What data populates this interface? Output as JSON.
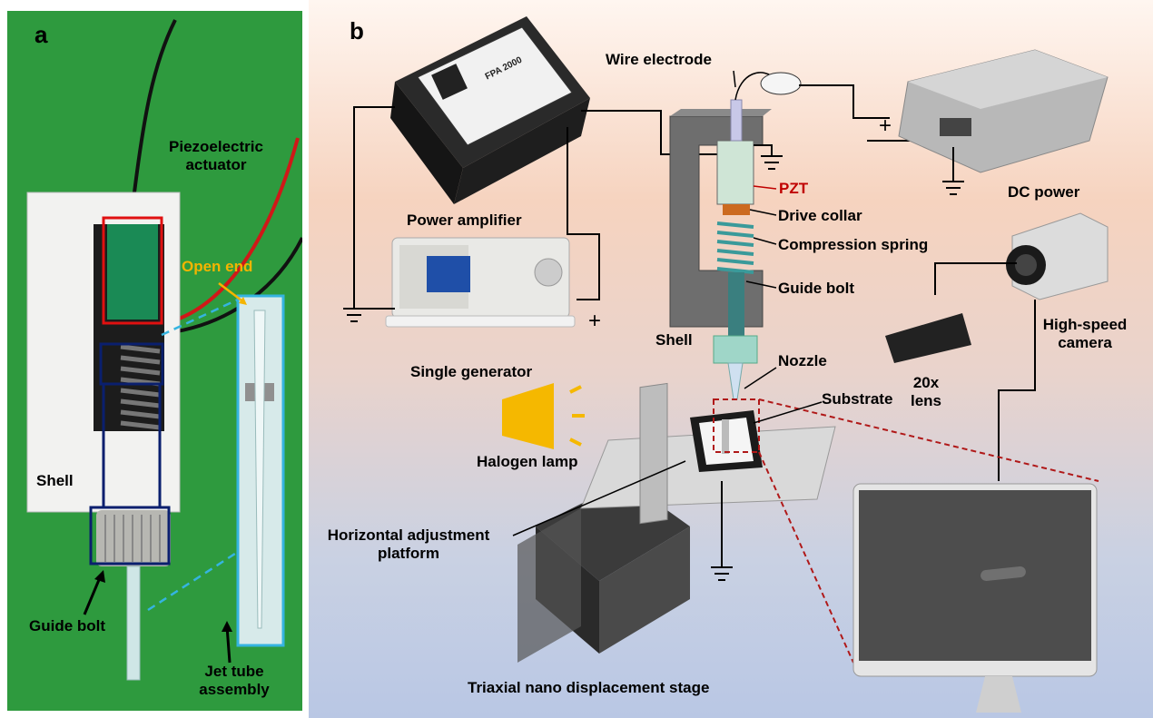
{
  "panel_a": {
    "letter": "a",
    "labels": {
      "piezo": "Piezoelectric actuator",
      "open_end": "Open end",
      "shell": "Shell",
      "guide_bolt": "Guide bolt",
      "jet_tube": "Jet tube assembly"
    }
  },
  "panel_b": {
    "letter": "b",
    "labels": {
      "wire_electrode": "Wire electrode",
      "power_amplifier": "Power amplifier",
      "amp_model": "FPA 2000",
      "pzt": "PZT",
      "drive_collar": "Drive collar",
      "compression_spring": "Compression spring",
      "guide_bolt": "Guide bolt",
      "dc_power": "DC power",
      "high_speed_camera": "High-speed camera",
      "lens": "20x lens",
      "shell": "Shell",
      "nozzle": "Nozzle",
      "substrate": "Substrate",
      "single_generator": "Single generator",
      "halogen_lamp": "Halogen lamp",
      "horizontal_platform": "Horizontal adjustment platform",
      "triaxial_stage": "Triaxial nano displacement stage",
      "plus_gen": "+",
      "plus_dc": "+"
    }
  },
  "colors": {
    "panel_a_bg": "#2e9a3e",
    "pzt_label": "#c00000",
    "open_end_label": "#f4b400",
    "box_red": "#e01010",
    "box_navy": "#0a1f6e",
    "box_cyan": "#35b4e0"
  }
}
